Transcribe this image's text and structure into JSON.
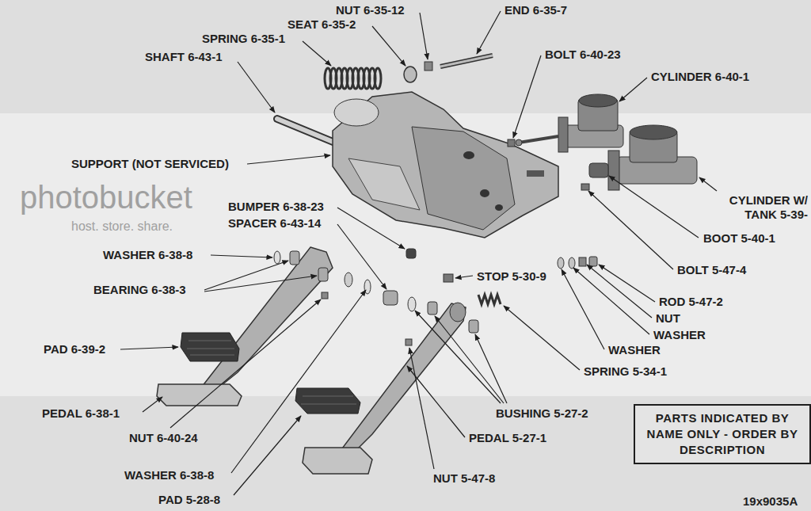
{
  "diagram": {
    "nodes": [
      {
        "text": [
          "PARTS INDICATED BY NAME ONLY - ORDER BY DESCRIPTION"
        ]
      }
    ],
    "labels": [
      "NUT 6-35-12",
      "END 6-35-7",
      "SEAT 6-35-2",
      "SPRING 6-35-1",
      "BOLT 6-40-23",
      "SHAFT 6-43-1",
      "CYLINDER 6-40-1",
      "SUPPORT (NOT SERVICED)",
      "CYLINDER W/ TANK 5-39-",
      "photobucket",
      "BUMPER 6-38-23",
      "SPACER 6-43-14",
      "host. store. share.",
      "BOOT 5-40-1",
      "WASHER 6-38-8",
      "BOLT 5-47-4",
      "STOP 5-30-9",
      "BEARING 6-38-3",
      "ROD 5-47-2",
      "NUT",
      "WASHER",
      "WASHER",
      "PAD 6-39-2",
      "SPRING 5-34-1",
      "PEDAL 6-38-1",
      "BUSHING 5-27-2",
      "NUT 6-40-24",
      "PEDAL 5-27-1",
      "WASHER 6-38-8",
      "NUT 5-47-8",
      "PAD 5-28-8",
      "19x9035A"
    ]
  }
}
